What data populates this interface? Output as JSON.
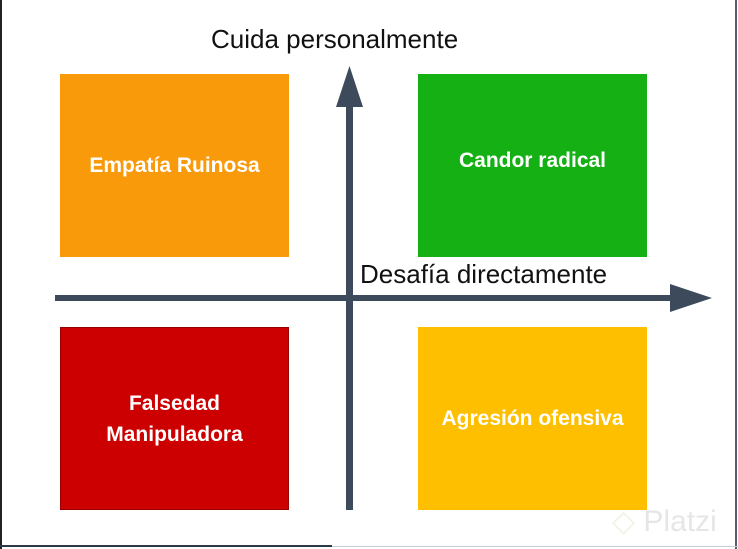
{
  "axes": {
    "y_label": "Cuida personalmente",
    "x_label": "Desafía directamente",
    "color": "#3d4a5c"
  },
  "quadrants": [
    {
      "label": "Empatía Ruinosa",
      "color": "#f99a0b"
    },
    {
      "label": "Candor radical",
      "color": "#14b014"
    },
    {
      "label": "Falsedad Manipuladora",
      "color": "#cc0000"
    },
    {
      "label": "Agresión ofensiva",
      "color": "#fdbf00"
    }
  ],
  "watermark": "Platzi"
}
